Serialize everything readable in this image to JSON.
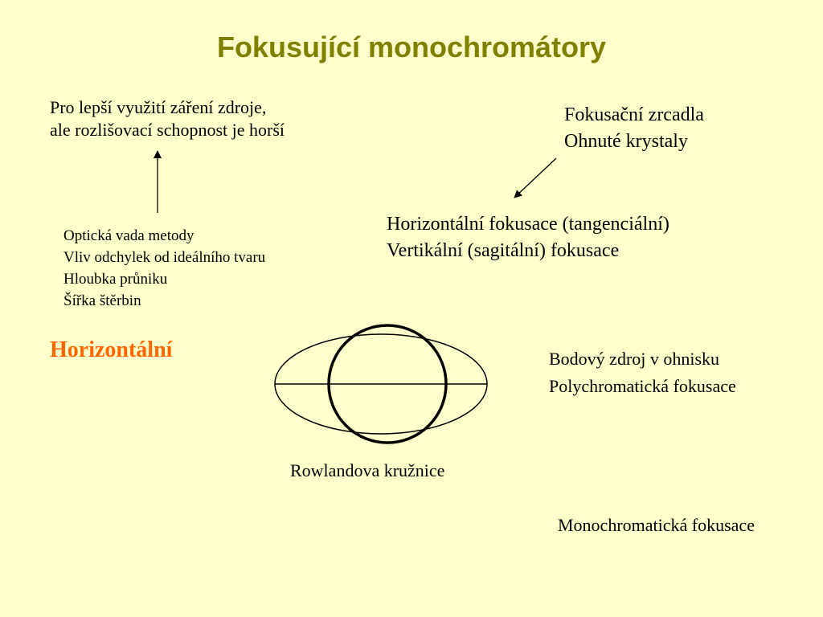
{
  "title": "Fokusující monochromátory",
  "top_left_note": [
    "Pro lepší využití záření zdroje,",
    "ale rozlišovací schopnost je horší"
  ],
  "top_right_list": [
    "Fokusační zrcadla",
    "Ohnuté krystaly"
  ],
  "factors_list": [
    "Optická vada metody",
    "Vliv odchylek od ideálního tvaru",
    "Hloubka průniku",
    "Šířka štěrbin"
  ],
  "focusing_types": [
    "Horizontální fokusace (tangenciální)",
    "Vertikální (sagitální) fokusace"
  ],
  "section_label": "Horizontální",
  "section_color": "#FF6600",
  "title_color": "#7F7F00",
  "background_color": "#FFFFCC",
  "right_notes": [
    "Bodový zdroj v ohnisku",
    "Polychromatická fokusace"
  ],
  "diagram_caption": "Rowlandova kružnice",
  "bottom_note": "Monochromatická fokusace"
}
